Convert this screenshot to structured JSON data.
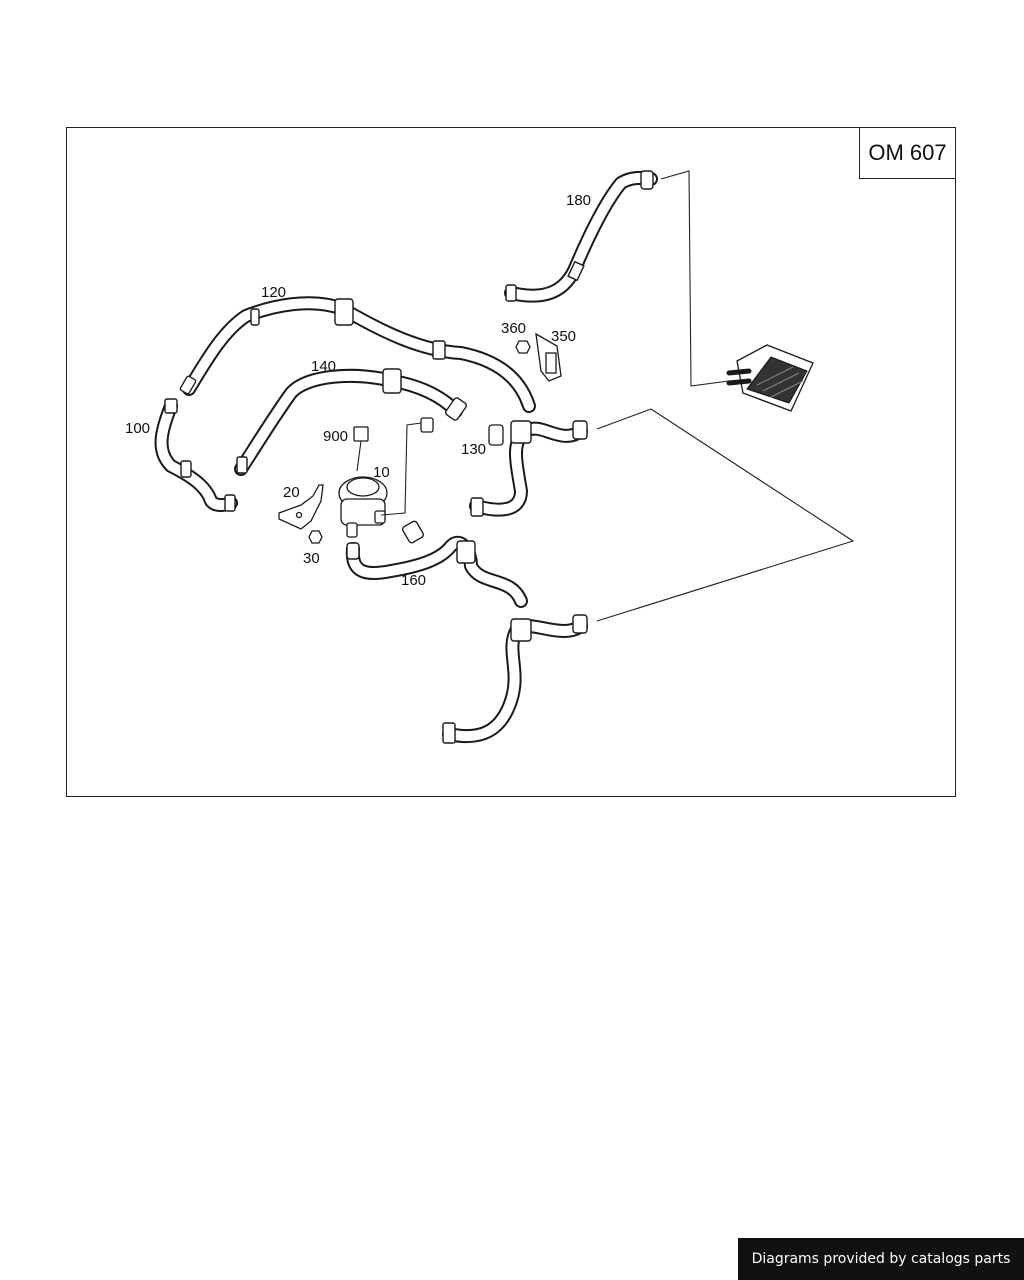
{
  "diagram": {
    "model_label": "OM 607",
    "callouts": {
      "c180": "180",
      "c120": "120",
      "c360": "360",
      "c350": "350",
      "c140": "140",
      "c100": "100",
      "c900": "900",
      "c130": "130",
      "c10": "10",
      "c20": "20",
      "c30": "30",
      "c160": "160"
    }
  },
  "footer": {
    "text": "Diagrams provided by catalogs parts"
  }
}
